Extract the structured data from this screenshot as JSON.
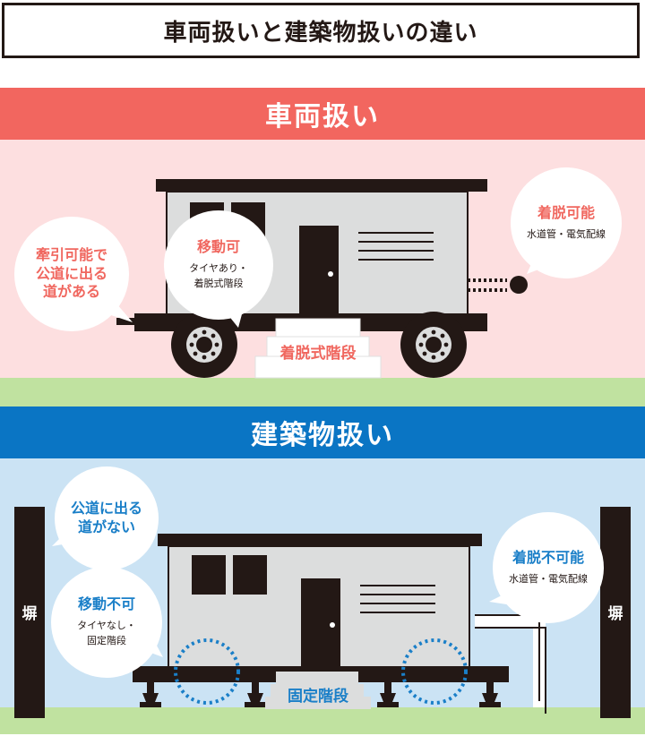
{
  "page_title": "車両扱いと建築物扱いの違い",
  "colors": {
    "vehicle_band": "#f2665f",
    "vehicle_panel": "#fddfe0",
    "building_band": "#0a75c4",
    "building_panel": "#cbe3f4",
    "ground": "#c0e2a0",
    "dark": "#231815",
    "body_gray": "#dcdddd",
    "red_text": "#f0675f",
    "blue_text": "#1a7fc8"
  },
  "vehicle": {
    "section_title": "車両扱い",
    "tow": {
      "lines": [
        "牽引可能で",
        "公道に出る",
        "道がある"
      ]
    },
    "move": {
      "main": "移動可",
      "sub": [
        "タイヤあり・",
        "着脱式階段"
      ]
    },
    "detach": {
      "main": "着脱可能",
      "sub": "水道管・電気配線"
    },
    "steps_label": "着脱式階段"
  },
  "building": {
    "section_title": "建築物扱い",
    "road": {
      "lines": [
        "公道に出る",
        "道がない"
      ]
    },
    "move": {
      "main": "移動不可",
      "sub": [
        "タイヤなし・",
        "固定階段"
      ]
    },
    "detach": {
      "main": "着脱不可能",
      "sub": "水道管・電気配線"
    },
    "steps_label": "固定階段",
    "wall_label": "塀"
  }
}
